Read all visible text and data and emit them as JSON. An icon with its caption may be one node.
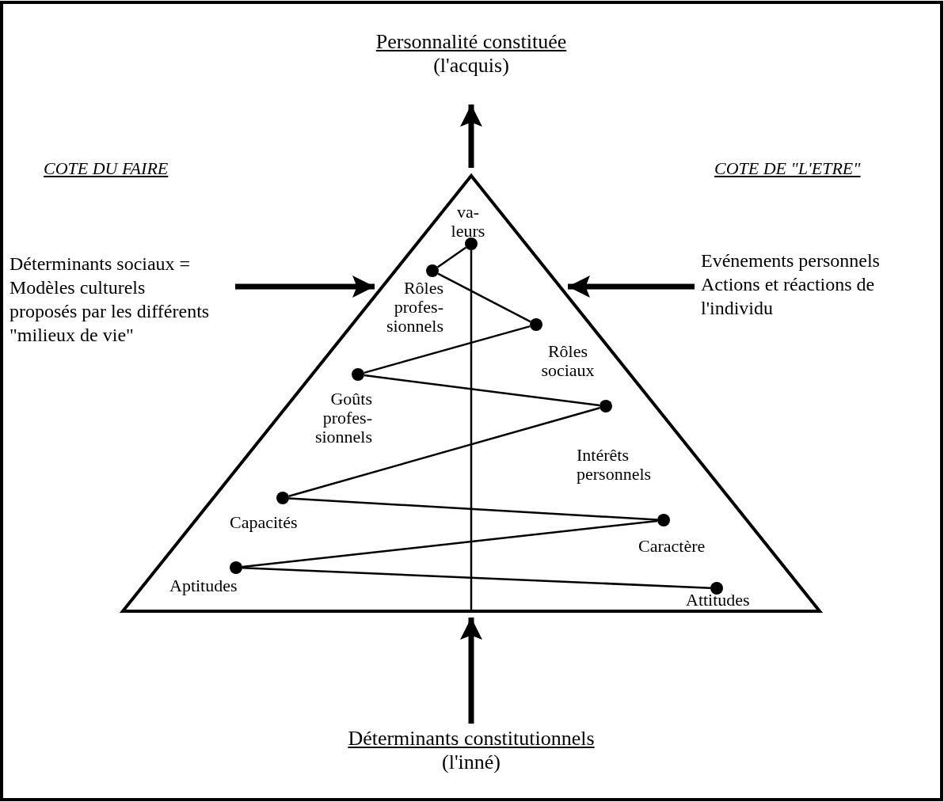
{
  "diagram": {
    "nodes": [
      {
        "text": [],
        "shape": "triangle"
      },
      {
        "text": [
          "Personnalité constituée",
          "(l'acquis)"
        ]
      },
      {
        "text": [
          "Déterminants constitutionnels",
          "(l'inné)"
        ]
      },
      {
        "text": [
          "Déterminants sociaux = Modèles culturels proposés par les différents \"milieux de vie\""
        ]
      },
      {
        "text": [
          "Evénements personnels Actions et réactions de l'individu"
        ]
      },
      {
        "text": [],
        "shape": "circle",
        "in": 0,
        "beside": [
          "va- leurs"
        ]
      },
      {
        "text": [],
        "shape": "circle",
        "in": 0,
        "beside": [
          "Rôles profes- sionnels"
        ]
      },
      {
        "text": [],
        "shape": "circle",
        "in": 0,
        "beside": [
          "Rôles sociaux"
        ]
      },
      {
        "text": [],
        "shape": "circle",
        "in": 0,
        "beside": [
          "Goûts profes- sionnels"
        ]
      },
      {
        "text": [],
        "shape": "circle",
        "in": 0,
        "beside": [
          "Intérêts personnels"
        ]
      },
      {
        "text": [],
        "shape": "circle",
        "in": 0,
        "beside": [
          "Capacités"
        ]
      },
      {
        "text": [],
        "shape": "circle",
        "in": 0,
        "beside": [
          "Caractère"
        ]
      },
      {
        "text": [],
        "shape": "circle",
        "in": 0,
        "beside": [
          "Aptitudes"
        ]
      },
      {
        "text": [],
        "shape": "circle",
        "in": 0,
        "beside": [
          "Attitudes"
        ]
      }
    ],
    "edges": [
      {
        "from": 0,
        "to": 1,
        "arrow": "to",
        "style": "thick"
      },
      {
        "from": 2,
        "to": 0,
        "arrow": "to",
        "style": "thick"
      },
      {
        "from": 3,
        "to": 0,
        "arrow": "to",
        "style": "thick"
      },
      {
        "from": 4,
        "to": 0,
        "arrow": "to",
        "style": "thick"
      },
      {
        "from": 5,
        "to": 0,
        "arrow": "none"
      },
      {
        "from": 5,
        "to": 6,
        "arrow": "none"
      },
      {
        "from": 6,
        "to": 7,
        "arrow": "none"
      },
      {
        "from": 7,
        "to": 8,
        "arrow": "none"
      },
      {
        "from": 8,
        "to": 9,
        "arrow": "none"
      },
      {
        "from": 9,
        "to": 10,
        "arrow": "none"
      },
      {
        "from": 10,
        "to": 11,
        "arrow": "none"
      },
      {
        "from": 11,
        "to": 12,
        "arrow": "none"
      },
      {
        "from": 12,
        "to": 13,
        "arrow": "none"
      }
    ],
    "labels": [
      "COTE DU FAIRE",
      "COTE DE \"L'ETRE\""
    ]
  }
}
